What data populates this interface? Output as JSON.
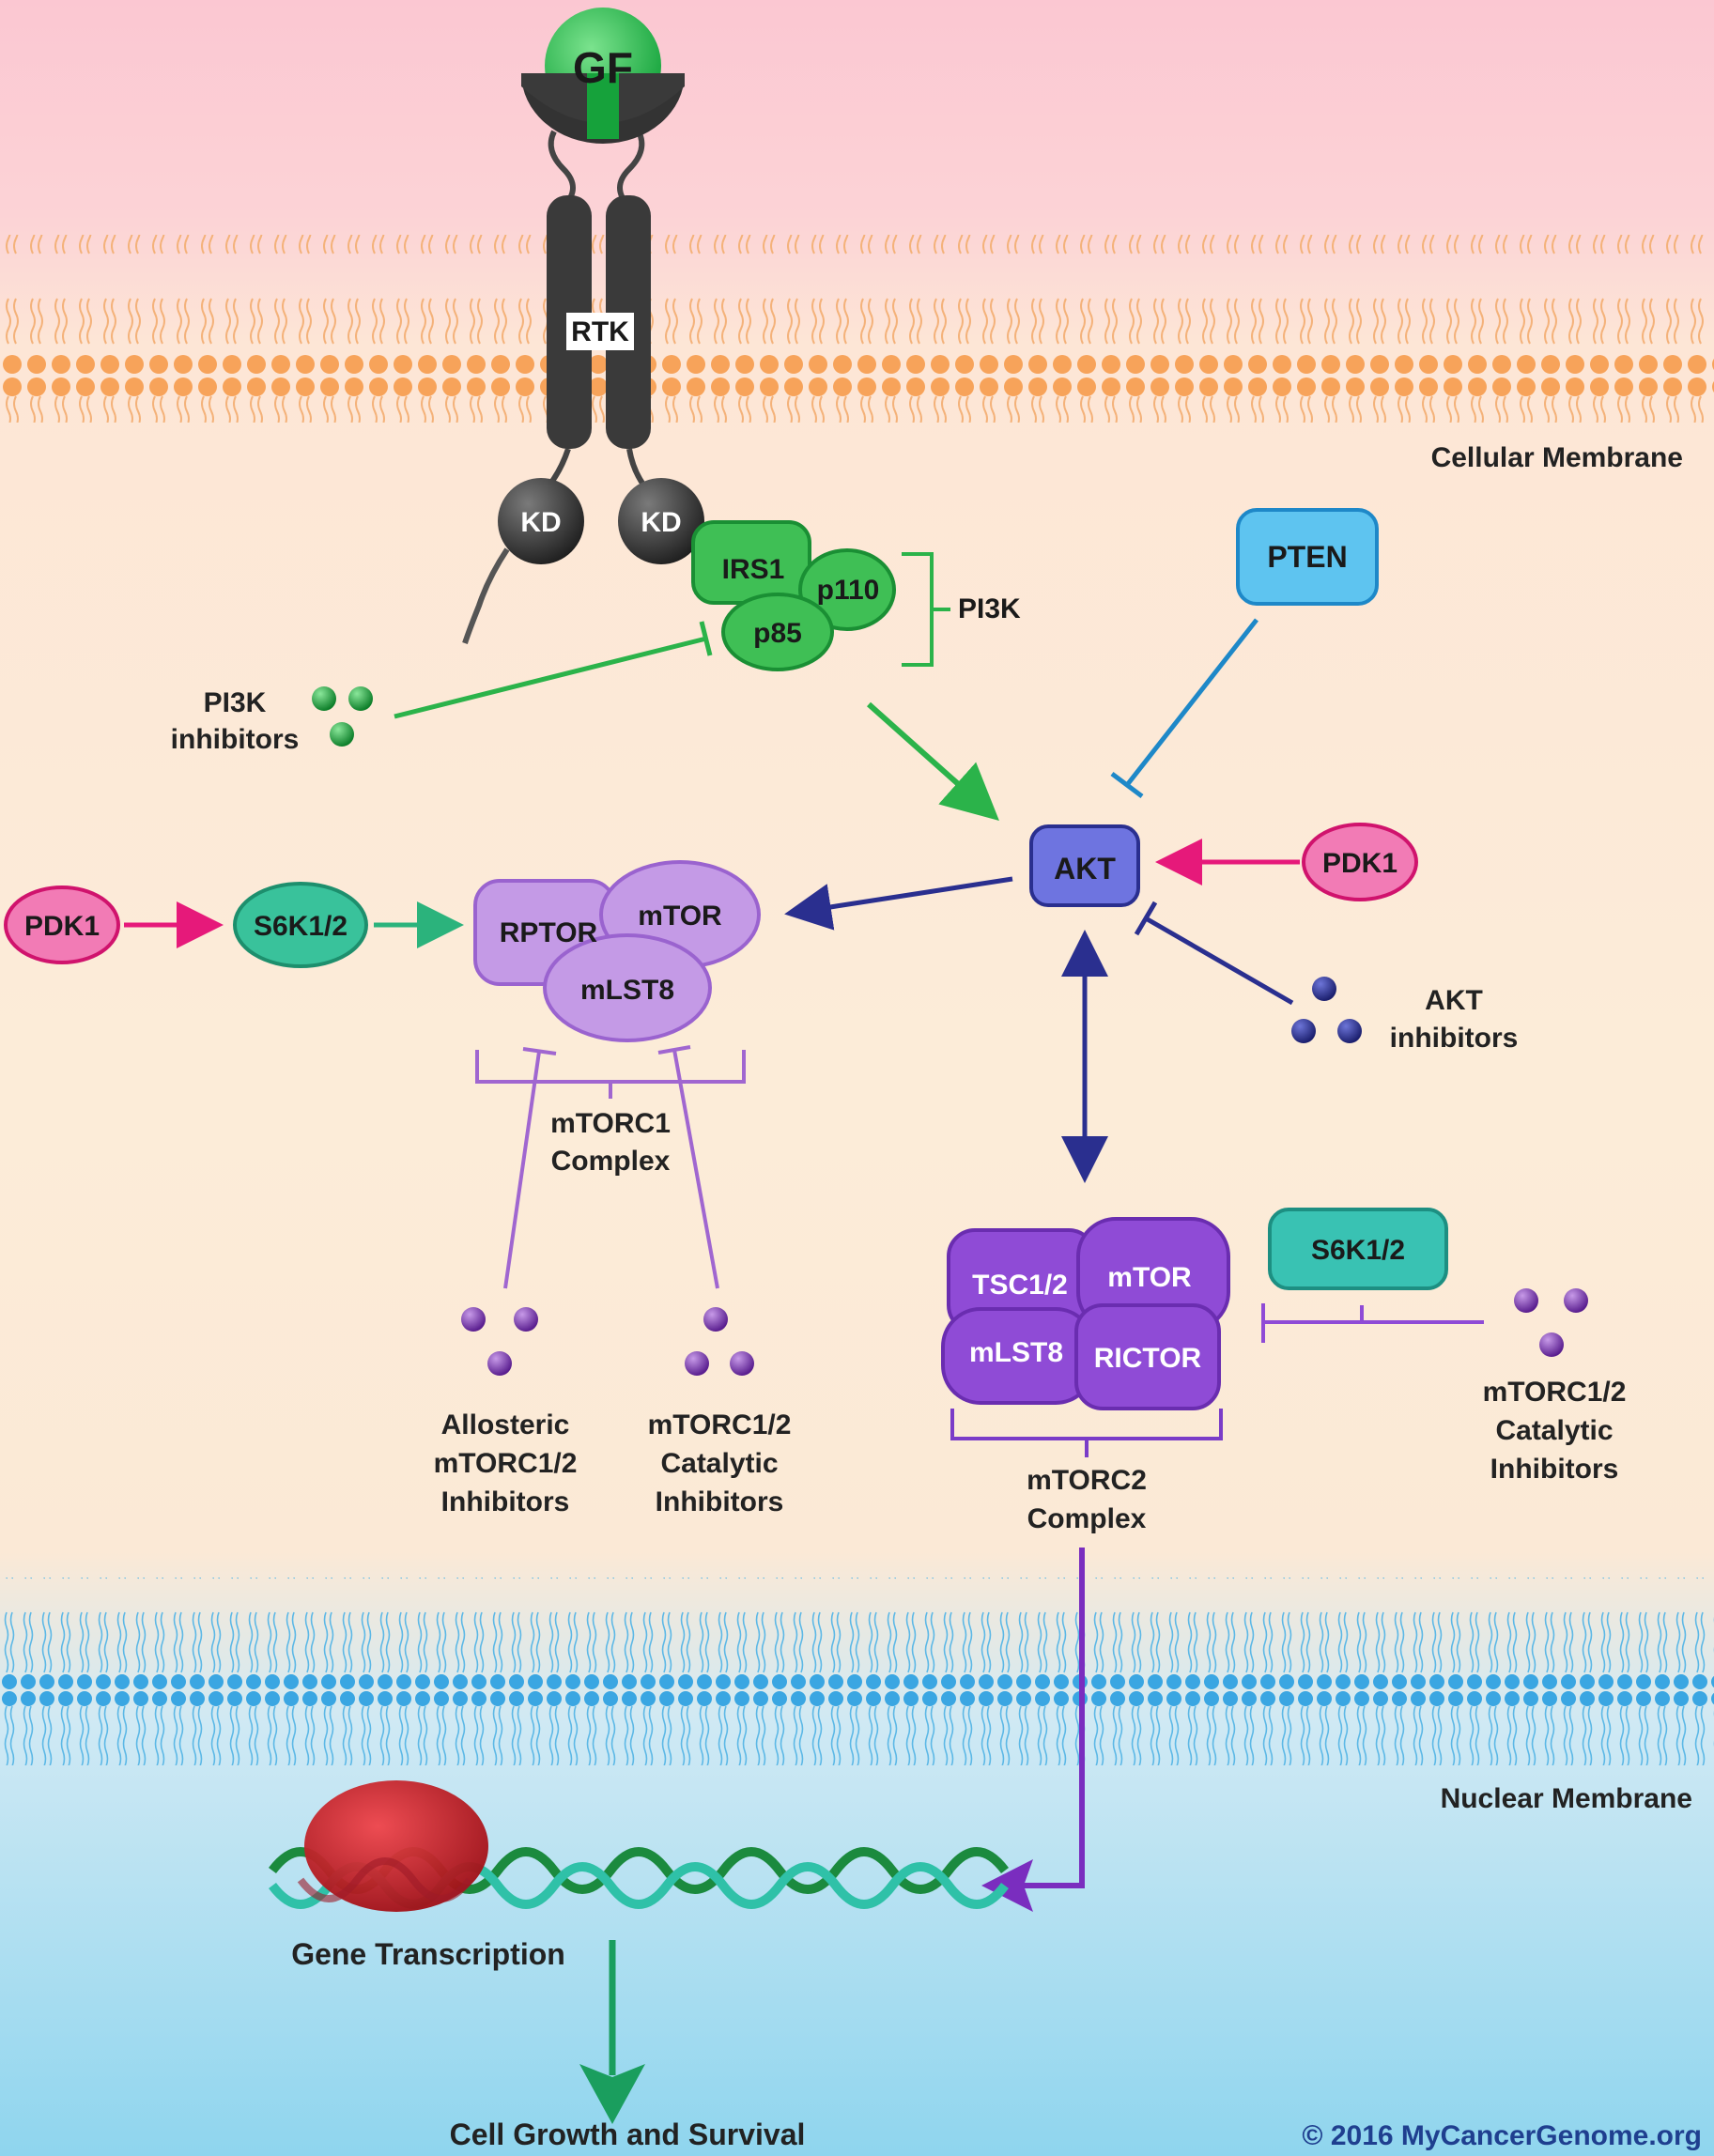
{
  "regions": {
    "cellular_membrane": "Cellular Membrane",
    "nuclear_membrane": "Nuclear Membrane"
  },
  "receptor": {
    "growth_factor": "GF",
    "receptor": "RTK",
    "kinase_domain": "KD"
  },
  "pi3k": {
    "group_label": "PI3K",
    "subunits": [
      "IRS1",
      "p110",
      "p85"
    ],
    "inhibitors": [
      "PI3K",
      "inhibitors"
    ]
  },
  "nodes": {
    "pten": "PTEN",
    "akt": "AKT",
    "pdk1": "PDK1",
    "s6k": "S6K1/2"
  },
  "akt_inhibitors": [
    "AKT",
    "inhibitors"
  ],
  "mtorc1": {
    "subunits": [
      "RPTOR",
      "mTOR",
      "mLST8"
    ],
    "label": [
      "mTORC1",
      "Complex"
    ],
    "allosteric_inhibitors": [
      "Allosteric",
      "mTORC1/2",
      "Inhibitors"
    ],
    "catalytic_inhibitors": [
      "mTORC1/2",
      "Catalytic",
      "Inhibitors"
    ]
  },
  "mtorc2": {
    "subunits": [
      "TSC1/2",
      "mTOR",
      "mLST8",
      "RICTOR"
    ],
    "label": [
      "mTORC2",
      "Complex"
    ],
    "catalytic_inhibitors": [
      "mTORC1/2",
      "Catalytic",
      "Inhibitors"
    ]
  },
  "nucleus": {
    "gene_transcription": "Gene Transcription",
    "outcome": "Cell Growth and Survival"
  },
  "credit": "© 2016 MyCancerGenome.org",
  "colors": {
    "green": "#2bb34a",
    "akt_blue": "#6e74e0",
    "navy": "#2a2f8f",
    "pten_blue": "#42b8ec",
    "pink": "#e6197a",
    "teal": "#2fbf9a",
    "purple": "#b98ae0",
    "violet": "#8f4bd6",
    "membrane_orange": "#f6a35a",
    "membrane_blue": "#3fa8e4"
  }
}
